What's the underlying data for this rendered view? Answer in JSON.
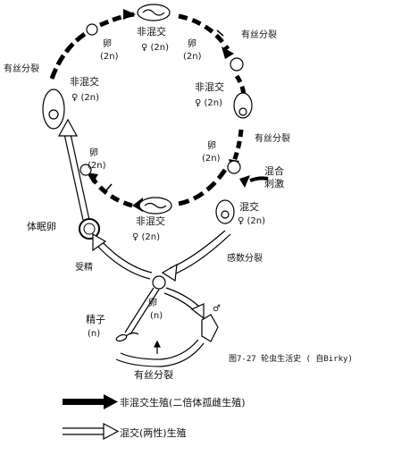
{
  "labels": {
    "egg_top": "卵",
    "egg_top_ploidy": "(2n)",
    "non_mictic_top": "非混交",
    "non_mictic_top_ploidy": "♀ (2n)",
    "egg_top_right": "卵",
    "egg_top_right_ploidy": "(2n)",
    "mitosis_top_right": "有丝分裂",
    "mitosis_left": "有丝分裂",
    "non_mictic_left": "非混交",
    "non_mictic_left_ploidy": "♀ (2n)",
    "non_mictic_right": "非混交",
    "non_mictic_right_ploidy": "♀ (2n)",
    "mitosis_mid_right": "有丝分裂",
    "egg_mid": "卵",
    "egg_mid_ploidy": "(2n)",
    "egg_left": "卵",
    "egg_left_ploidy": "(2n)",
    "mixed_stimulus": "混合",
    "mixed_stimulus_2": "刺激",
    "non_mictic_center": "非混交",
    "non_mictic_center_ploidy": "♀ (2n)",
    "mictic": "混交",
    "mictic_ploidy": "♀ (2n)",
    "resting_egg": "体眠卵",
    "meiosis": "感数分裂",
    "fertilization": "受精",
    "egg_n": "卵",
    "egg_n_ploidy": "(n)",
    "male_symbol": "♂",
    "sperm": "精子",
    "sperm_ploidy": "(n)",
    "mitosis_bottom": "有丝分裂"
  },
  "caption": "图7-27  轮虫生活史 ( 自Birky)",
  "legend": {
    "parthenogenesis": "非混交生殖(二倍体孤雌生殖)",
    "sexual": "混交(两性)生殖"
  }
}
